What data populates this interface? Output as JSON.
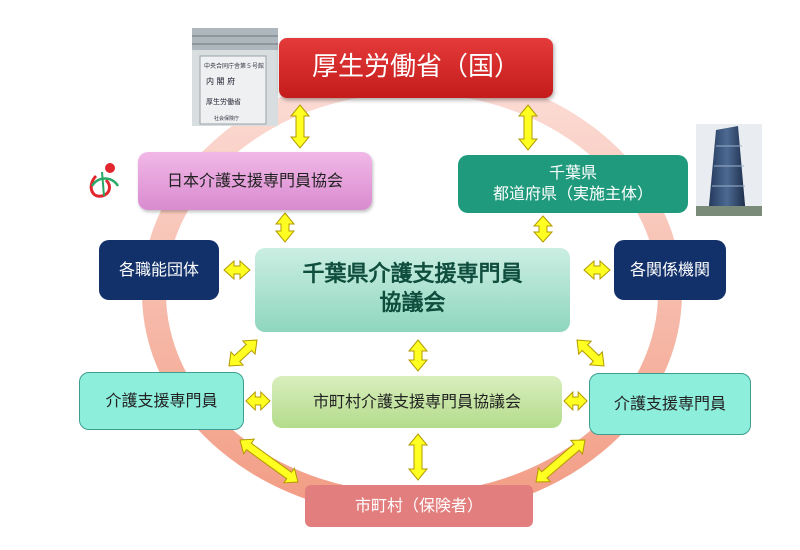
{
  "colors": {
    "ring": "#f3a898",
    "arrow_fill": "#ffff22",
    "arrow_stroke": "#b39a00"
  },
  "nodes": {
    "mhlw": "厚生労働省（国）",
    "japan_assoc": "日本介護支援専門員協会",
    "chiba": "千葉県\n都道府県（実施主体）",
    "prof_groups": "各職能団体",
    "related_orgs": "各関係機関",
    "chiba_council": "千葉県介護支援専門員\n協議会",
    "care_manager_left": "介護支援専門員",
    "care_manager_right": "介護支援専門員",
    "muni_council": "市町村介護支援専門員協議会",
    "municipality": "市町村（保険者）"
  },
  "photo_text": {
    "building_sign": [
      "中央合同庁舎第５号館",
      "内 閣 府",
      "厚生労働省",
      "社会保険庁"
    ]
  }
}
